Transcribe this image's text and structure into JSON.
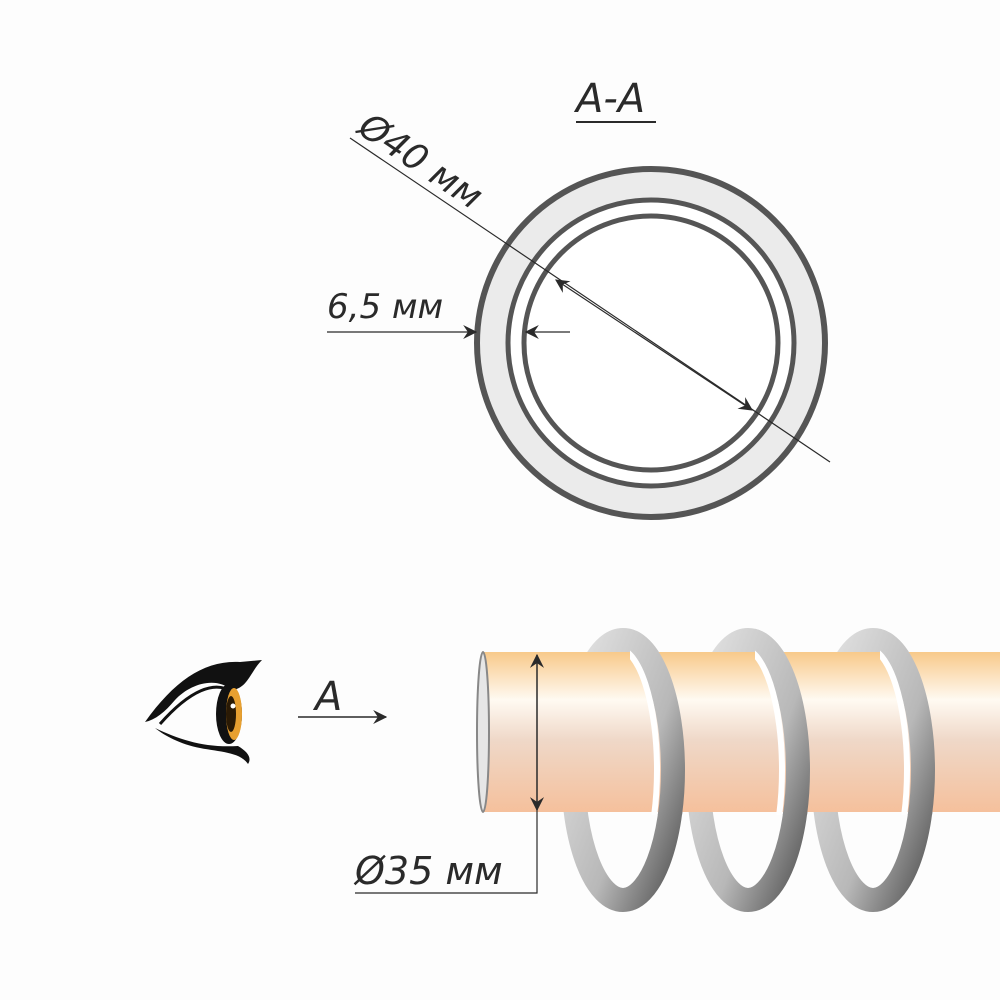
{
  "section_label": "A-A",
  "outer_diameter_label": "Ø40 мм",
  "wall_thickness_label": "6,5 мм",
  "view_label": "A",
  "rod_diameter_label": "Ø35 мм",
  "colors": {
    "line": "#2a2a2a",
    "ring_stroke": "#555555",
    "ring_fill": "#ebebeb",
    "rod_top": "#f8c98a",
    "rod_bottom": "#f5c4a0",
    "ring_metal": "#c8c8c8",
    "eye_iris": "#e8a030"
  }
}
